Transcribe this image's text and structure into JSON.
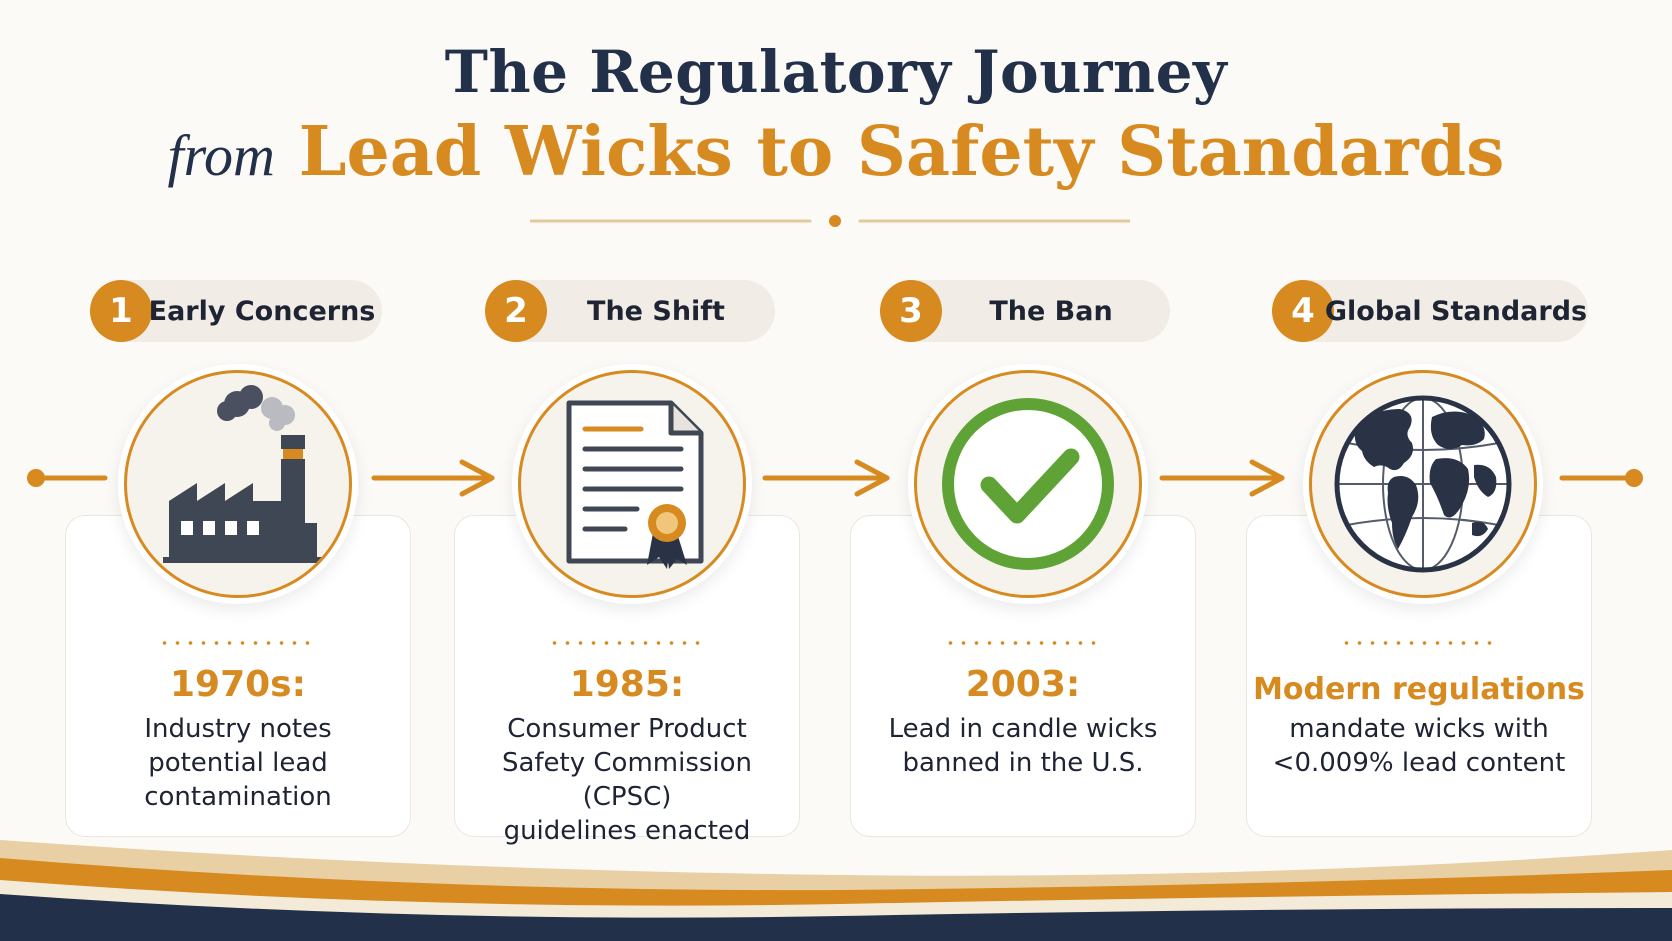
{
  "header": {
    "title": "The Regulatory Journey",
    "subtitle_lead": "from",
    "subtitle_main": "Lead Wicks to Safety Standards"
  },
  "colors": {
    "navy": "#22304a",
    "gold": "#d68a1f",
    "green": "#5fa336",
    "pill_bg": "#f1ede6"
  },
  "steps": [
    {
      "number": "1",
      "label": "Early Concerns",
      "icon": "factory-icon",
      "year": "1970s:",
      "desc": [
        "Industry notes",
        "potential lead",
        "contamination"
      ]
    },
    {
      "number": "2",
      "label": "The Shift",
      "icon": "certificate-document-icon",
      "year": "1985:",
      "desc": [
        "Consumer Product",
        "Safety Commission (CPSC)",
        "guidelines enacted"
      ]
    },
    {
      "number": "3",
      "label": "The Ban",
      "icon": "checkmark-icon",
      "year": "2003:",
      "desc": [
        "Lead in candle wicks",
        "banned in the U.S."
      ]
    },
    {
      "number": "4",
      "label": "Global Standards",
      "icon": "globe-icon",
      "year": "Modern regulations",
      "desc": [
        "mandate wicks with",
        "<0.009% lead content"
      ]
    }
  ]
}
